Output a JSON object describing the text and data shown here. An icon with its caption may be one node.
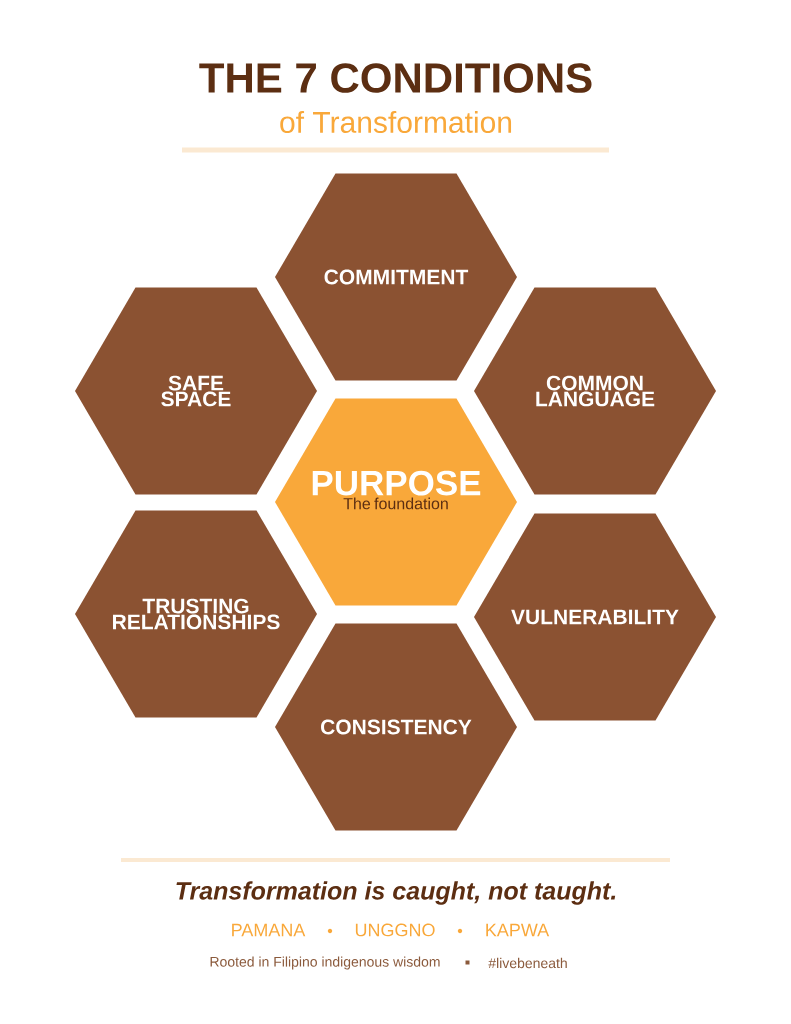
{
  "diagram": {
    "title": "THE 7 CONDITIONS",
    "nodes": [
      {
        "text": [
          "COMMITMENT"
        ]
      },
      {
        "text": [
          "SAFE SPACE"
        ]
      },
      {
        "text": [
          "COMMON LANGUAGE"
        ]
      },
      {
        "text": [
          "PURPOSE",
          "The foundation"
        ]
      },
      {
        "text": [
          "TRUSTING RELATIONSHIPS"
        ]
      },
      {
        "text": [
          "VULNERABILITY"
        ]
      },
      {
        "text": [
          "CONSISTENCY"
        ]
      }
    ],
    "labels": [
      "of Transformation",
      "Transformation is caught, not taught.",
      "PAMANA",
      "UNGGNO",
      "KAPWA",
      "Rooted in Filipino indigenous wisdom",
      "#livebeneath"
    ]
  }
}
